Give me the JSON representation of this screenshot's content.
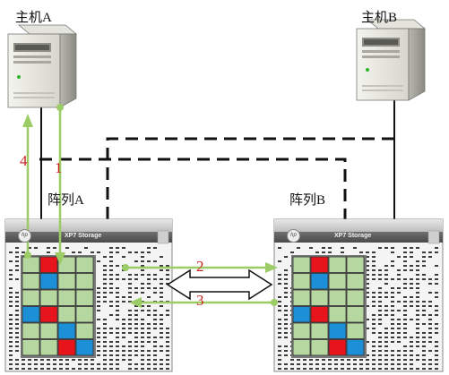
{
  "hosts": [
    {
      "id": "A",
      "label": "主机A"
    },
    {
      "id": "B",
      "label": "主机B"
    }
  ],
  "arrays": [
    {
      "id": "A",
      "label": "阵列A",
      "model": "XP7 Storage",
      "logo": "hp",
      "grid": [
        [
          "green",
          "red",
          "green",
          "green"
        ],
        [
          "green",
          "blue",
          "green",
          "green"
        ],
        [
          "green",
          "green",
          "green",
          "green"
        ],
        [
          "blue",
          "red",
          "green",
          "green"
        ],
        [
          "green",
          "green",
          "blue",
          "green"
        ],
        [
          "green",
          "green",
          "red",
          "blue"
        ]
      ]
    },
    {
      "id": "B",
      "label": "阵列B",
      "model": "XP7 Storage",
      "logo": "hp",
      "grid": [
        [
          "green",
          "red",
          "green",
          "green"
        ],
        [
          "green",
          "blue",
          "green",
          "green"
        ],
        [
          "green",
          "green",
          "green",
          "green"
        ],
        [
          "blue",
          "red",
          "green",
          "green"
        ],
        [
          "green",
          "green",
          "blue",
          "green"
        ],
        [
          "green",
          "green",
          "red",
          "blue"
        ]
      ]
    }
  ],
  "steps": [
    {
      "number": "1",
      "from": "hostA",
      "to": "arrayA",
      "color": "#9ccc65"
    },
    {
      "number": "2",
      "from": "arrayA",
      "to": "arrayB",
      "color": "#9ccc65"
    },
    {
      "number": "3",
      "from": "arrayB",
      "to": "arrayA",
      "color": "#9ccc65"
    },
    {
      "number": "4",
      "from": "arrayA",
      "to": "hostA",
      "color": "#9ccc65"
    }
  ],
  "colors": {
    "green": "#b7d7a0",
    "red": "#e8141c",
    "blue": "#1d8fd6",
    "arrow": "#9ccc65",
    "step_number": "#cc2222"
  }
}
